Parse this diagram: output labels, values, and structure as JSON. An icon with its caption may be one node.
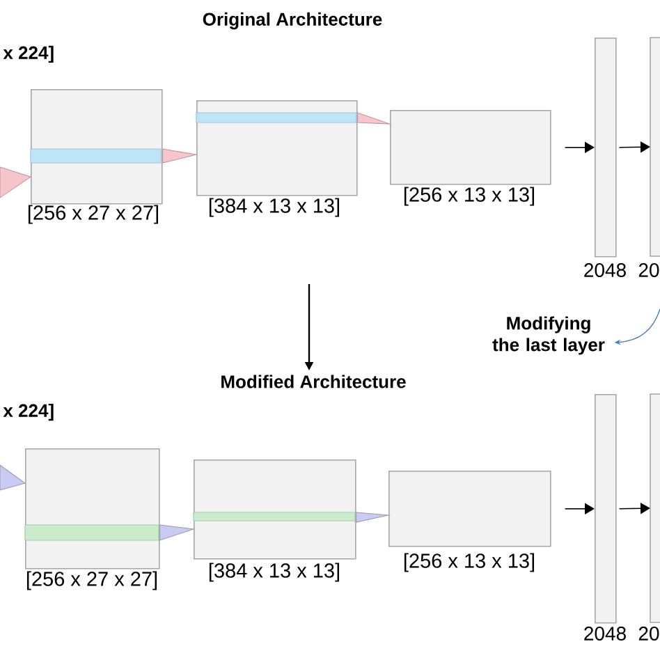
{
  "diagram": {
    "nodes": [
      {
        "text": [],
        "shape": "box",
        "beside": [
          "[256 x 27 x 27]"
        ]
      },
      {
        "text": [],
        "shape": "box",
        "beside": [
          "[384 x 13 x 13]"
        ]
      },
      {
        "text": [],
        "shape": "box",
        "beside": [
          "[256 x 13 x 13]"
        ]
      },
      {
        "text": [],
        "shape": "bar",
        "beside": [
          "2048"
        ]
      },
      {
        "text": [],
        "shape": "bar",
        "beside": [
          "20"
        ]
      },
      {
        "text": [
          "Modifying the last layer"
        ]
      },
      {
        "text": [
          "Modified Architecture"
        ]
      },
      {
        "text": [],
        "shape": "box",
        "beside": [
          "[256 x 27 x 27]"
        ]
      },
      {
        "text": [],
        "shape": "box",
        "beside": [
          "[384 x 13 x 13]"
        ]
      },
      {
        "text": [],
        "shape": "box",
        "beside": [
          "[256 x 13 x 13]"
        ]
      },
      {
        "text": [],
        "shape": "bar",
        "beside": [
          "2048"
        ]
      },
      {
        "text": [],
        "shape": "bar",
        "beside": [
          "20"
        ]
      }
    ],
    "edges": [
      {
        "from": null,
        "to": 0,
        "arrow": "to",
        "color": "#f7c6cc"
      },
      {
        "from": 0,
        "to": 1,
        "arrow": "to",
        "color": "#f7c6cc"
      },
      {
        "from": 1,
        "to": 2,
        "arrow": "to",
        "color": "#f7c6cc"
      },
      {
        "from": 2,
        "to": 3,
        "arrow": "to"
      },
      {
        "from": 3,
        "to": 4,
        "arrow": "to"
      },
      {
        "from": null,
        "to": 5,
        "arrow": "to",
        "color": "#4a7ebb"
      },
      {
        "from": null,
        "to": 6,
        "arrow": "to"
      },
      {
        "from": null,
        "to": 7,
        "arrow": "to",
        "color": "#c9cbf2"
      },
      {
        "from": 7,
        "to": 8,
        "arrow": "to",
        "color": "#c9cbf2"
      },
      {
        "from": 8,
        "to": 9,
        "arrow": "to",
        "color": "#c9cbf2"
      },
      {
        "from": 9,
        "to": 10,
        "arrow": "to"
      },
      {
        "from": 10,
        "to": 11,
        "arrow": "to"
      }
    ],
    "labels": [
      "Original Architecture",
      "x 224]",
      "x 224]"
    ]
  }
}
